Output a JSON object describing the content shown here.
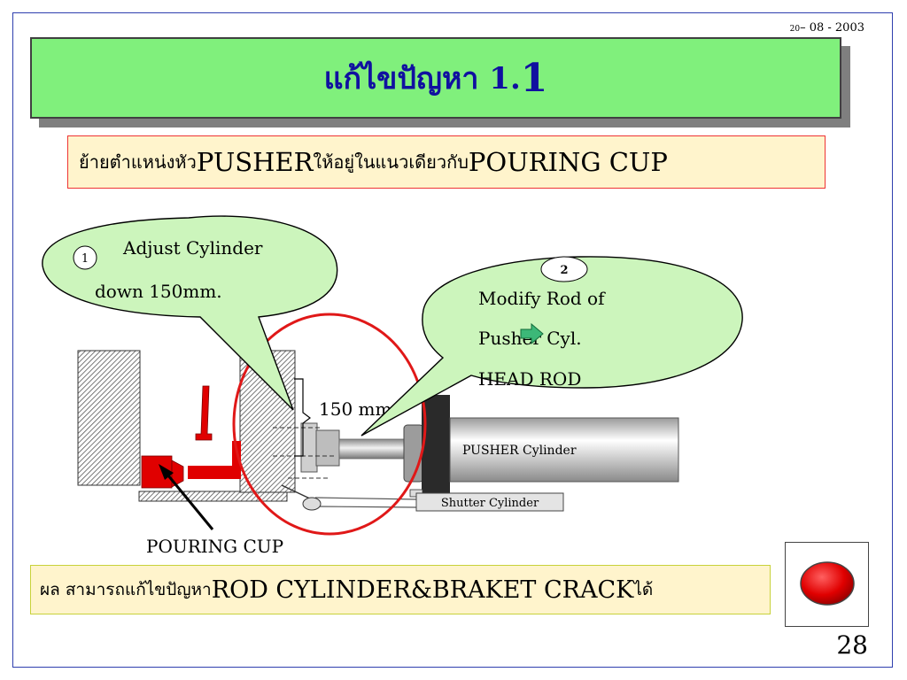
{
  "header": {
    "date_day": "20",
    "date_rest": "– 08 - 2003",
    "title_thai": "แก้ไขปัญหา 1.",
    "title_num": "1"
  },
  "subtitle": {
    "thai_1": "ย้ายตำแหน่งหัว",
    "en_1": " PUSHER ",
    "thai_2": "ให้อยู่ในแนวเดียวกับ",
    "en_2": " POURING CUP"
  },
  "callout_1": {
    "number": "1",
    "line_1": "Adjust Cylinder",
    "line_2": "down 150mm."
  },
  "callout_2": {
    "number": "2",
    "line_1": "Modify Rod of",
    "line_2": "Pusher Cyl.",
    "line_3": "HEAD ROD"
  },
  "diagram": {
    "dimension_label": "150 mm.",
    "pusher_label": "PUSHER Cylinder",
    "shutter_label": "Shutter Cylinder",
    "pouring_cup_label": "POURING CUP"
  },
  "result": {
    "thai_1": "ผล  สามารถแก้ไขปัญหา ",
    "en": "ROD CYLINDER&BRAKET  CRACK",
    "thai_2": "ได้"
  },
  "page_number": "28",
  "colors": {
    "title_bg": "#80f07c",
    "title_text": "#1010a0",
    "callout_fill": "#ccf5bc",
    "highlight_circle": "#e01818",
    "part_red": "#e00000",
    "frame_border": "#2f3fae",
    "stop_button": "#d00000"
  }
}
